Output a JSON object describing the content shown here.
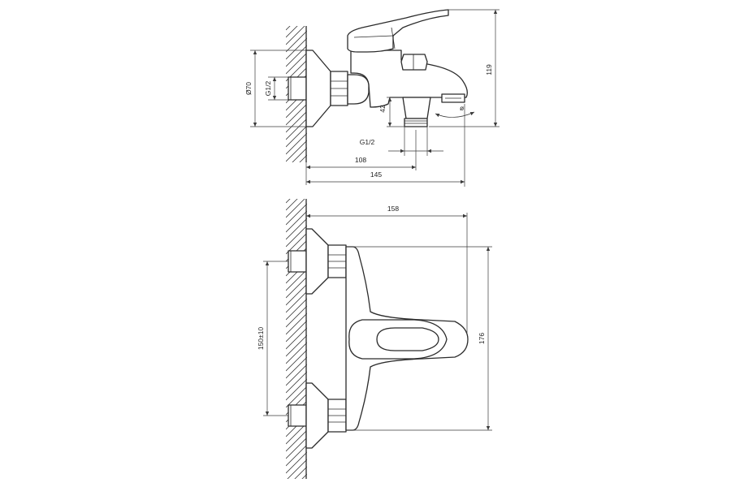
{
  "side_view": {
    "dim_width_total": "145",
    "dim_to_outlet": "108",
    "dim_height": "119",
    "dim_outlet_drop": "42",
    "thread_outlet": "G1/2",
    "thread_inlet": "G1/2",
    "dim_escutcheon": "Ø70",
    "spout_angle": "ø"
  },
  "top_view": {
    "dim_width": "158",
    "dim_depth": "176",
    "dim_centres": "150±10"
  }
}
